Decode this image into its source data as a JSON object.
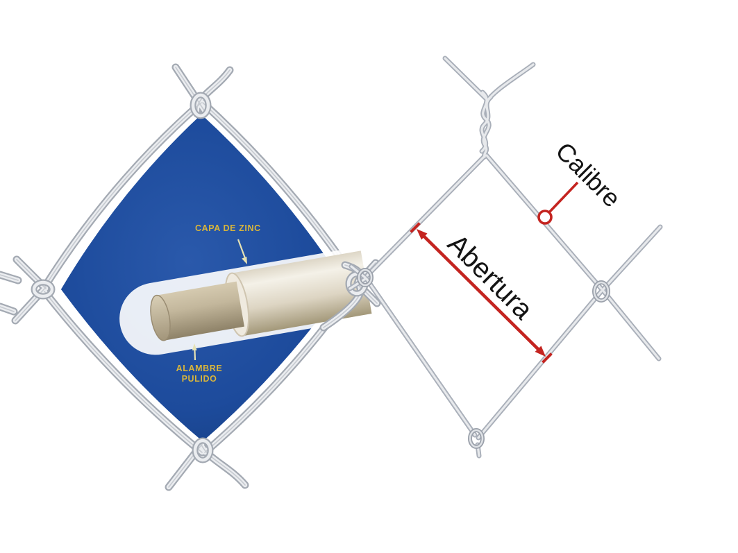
{
  "figure": {
    "left_panel": {
      "type": "wire-closeup-photo",
      "labels": {
        "coating": "CAPA DE ZINC",
        "core": "ALAMBRE PULIDO"
      },
      "colors": {
        "interior_blue": "#1d4b9c",
        "interior_blue_deep": "#143a78",
        "label_yellow": "#d9b53b",
        "arrow_pale": "#e6e2b4",
        "zinc_coating": "#efeadf",
        "wire_core_tan": "#c3b79c",
        "mesh_wire": "#ebedf0"
      }
    },
    "right_panel": {
      "type": "mesh-dimension-diagram",
      "labels": {
        "gauge": "Calibre",
        "opening": "Abertura"
      },
      "colors": {
        "annotation_red": "#c42420",
        "label_black": "#141414",
        "mesh_wire": "#e7e9ec",
        "background": "#ffffff"
      }
    }
  }
}
